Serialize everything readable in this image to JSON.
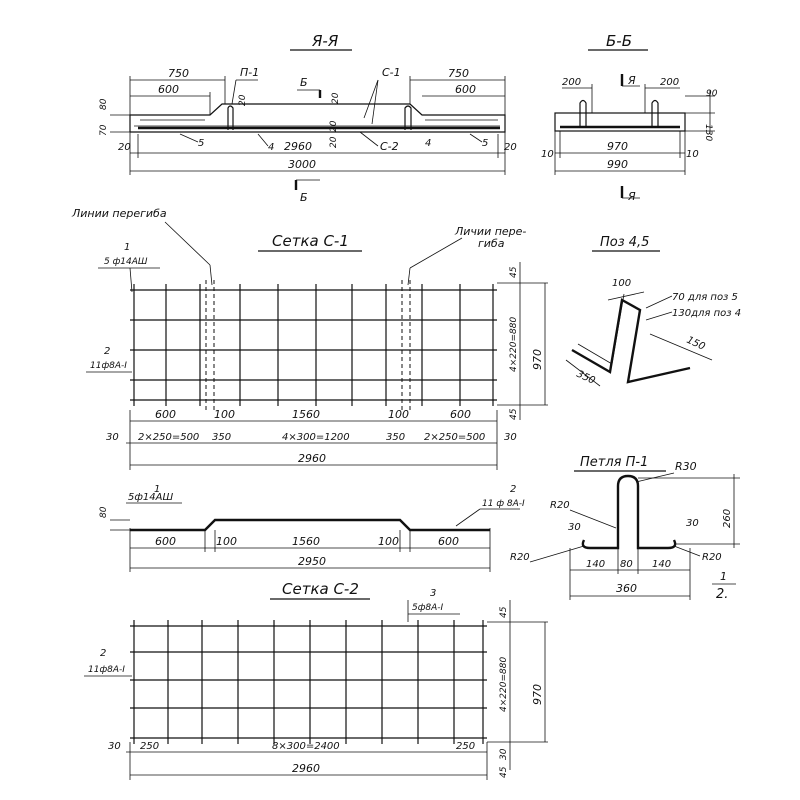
{
  "sections": {
    "aa": {
      "title": "Я-Я",
      "dims": {
        "d750a": "750",
        "d600a": "600",
        "d750b": "750",
        "d600b": "600",
        "d2960": "2960",
        "d3000": "3000",
        "d20a": "20",
        "d20b": "20",
        "d70": "70",
        "d80": "80",
        "d20c": "20",
        "d20d": "20",
        "d20e": "20",
        "d20f": "20"
      },
      "labels": {
        "p1": "П-1",
        "s1": "С-1",
        "s2": "С-2",
        "b_top": "Б",
        "b_bot": "Б",
        "n5a": "5",
        "n4a": "4",
        "n4b": "4",
        "n5b": "5"
      }
    },
    "bb": {
      "title": "Б-Б",
      "dims": {
        "d200a": "200",
        "d200b": "200",
        "d970": "970",
        "d990": "990",
        "d10a": "10",
        "d10b": "10",
        "d90": "90",
        "d130": "130"
      },
      "labels": {
        "a_top": "Я",
        "a_bot": "Я"
      }
    },
    "bend_lines": {
      "left": "Линии перегиба",
      "right_1": "Личии пере-",
      "right_2": "гиба"
    },
    "mesh_c1": {
      "title": "Сетка С-1",
      "pos1_num": "1",
      "pos1_spec": "5 ф14АШ",
      "pos2_num": "2",
      "pos2_spec": "11ф8А-I",
      "right": {
        "d45a": "45",
        "dspan": "4×220=880",
        "d970": "970",
        "d45b": "45"
      },
      "row1": {
        "a": "600",
        "b": "100",
        "c": "1560",
        "d": "100",
        "e": "600"
      },
      "row2": {
        "a": "30",
        "b": "2×250=500",
        "c": "350",
        "d": "4×300=1200",
        "e": "350",
        "f": "2×250=500",
        "g": "30"
      },
      "total": "2960"
    },
    "pos45": {
      "title": "Поз 4,5",
      "d100": "100",
      "note5": "70 для поз 5",
      "note4": "130для поз 4",
      "d150": "150",
      "d350": "350"
    },
    "mesh_c1_side": {
      "pos1_num": "1",
      "pos1_spec": "5ф14АШ",
      "pos2_num": "2",
      "pos2_spec": "11 ф 8А-I",
      "d80": "80",
      "row": {
        "a": "600",
        "b": "100",
        "c": "1560",
        "d": "100",
        "e": "600"
      },
      "total": "2950"
    },
    "loop": {
      "title": "Петля П-1",
      "r30": "R30",
      "r20a": "R20",
      "r20b": "R20",
      "r20c": "R20",
      "d30a": "30",
      "d30b": "30",
      "d260": "260",
      "d140a": "140",
      "d80": "80",
      "d140b": "140",
      "d360": "360",
      "scale_num": "1",
      "scale_den": "2."
    },
    "mesh_c2": {
      "title": "Сетка С-2",
      "pos3_num": "3",
      "pos3_spec": "5ф8А-I",
      "pos2_num": "2",
      "pos2_spec": "11ф8А-I",
      "right": {
        "d45a": "45",
        "dspan": "4×220=880",
        "d970": "970",
        "d30": "30",
        "d45b": "45"
      },
      "row": {
        "a": "30",
        "b": "250",
        "c": "8×300=2400",
        "d": "250"
      },
      "total": "2960"
    }
  }
}
